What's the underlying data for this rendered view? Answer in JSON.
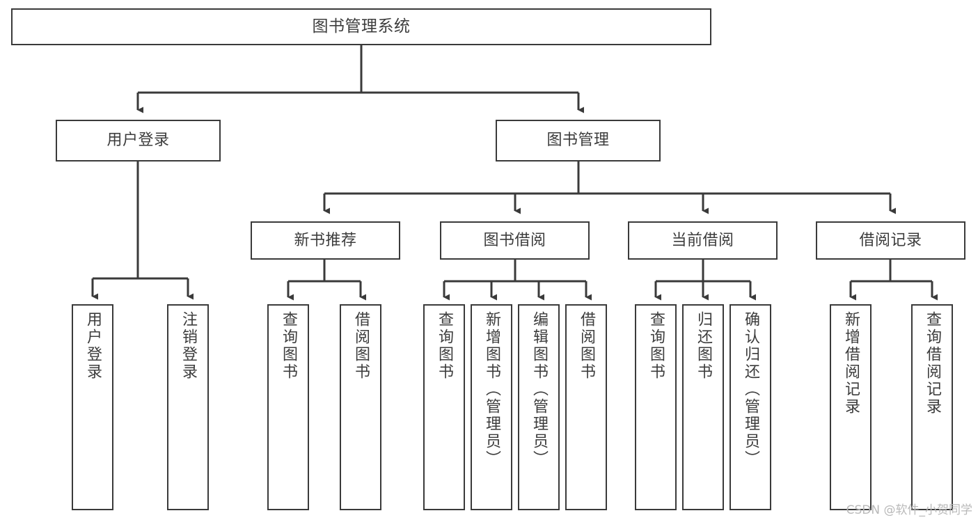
{
  "diagram": {
    "type": "tree",
    "title": "图书管理系统",
    "stroke_color": "#3a3a3a",
    "text_color": "#3c3c3c",
    "background": "#ffffff",
    "nodes": {
      "root": {
        "label": "图书管理系统"
      },
      "level1": [
        {
          "id": "user-login",
          "label": "用户登录"
        },
        {
          "id": "book-manage",
          "label": "图书管理"
        }
      ],
      "level2": [
        {
          "id": "new-book-recommend",
          "label": "新书推荐"
        },
        {
          "id": "book-borrow",
          "label": "图书借阅"
        },
        {
          "id": "current-borrow",
          "label": "当前借阅"
        },
        {
          "id": "borrow-record",
          "label": "借阅记录"
        }
      ],
      "leaves": [
        {
          "id": "leaf-user-login",
          "label": "用户登录",
          "parent": "user-login"
        },
        {
          "id": "leaf-logout",
          "label": "注销登录",
          "parent": "user-login"
        },
        {
          "id": "leaf-query-book-1",
          "label": "查询图书",
          "parent": "new-book-recommend"
        },
        {
          "id": "leaf-borrow-book-1",
          "label": "借阅图书",
          "parent": "new-book-recommend"
        },
        {
          "id": "leaf-query-book-2",
          "label": "查询图书",
          "parent": "book-borrow"
        },
        {
          "id": "leaf-add-book",
          "label": "新增图书（管理员）",
          "parent": "book-borrow"
        },
        {
          "id": "leaf-edit-book",
          "label": "编辑图书（管理员）",
          "parent": "book-borrow"
        },
        {
          "id": "leaf-borrow-book-2",
          "label": "借阅图书",
          "parent": "book-borrow"
        },
        {
          "id": "leaf-query-book-3",
          "label": "查询图书",
          "parent": "current-borrow"
        },
        {
          "id": "leaf-return-book",
          "label": "归还图书",
          "parent": "current-borrow"
        },
        {
          "id": "leaf-confirm-return",
          "label": "确认归还（管理员）",
          "parent": "current-borrow"
        },
        {
          "id": "leaf-add-record",
          "label": "新增借阅记录",
          "parent": "borrow-record"
        },
        {
          "id": "leaf-query-record",
          "label": "查询借阅记录",
          "parent": "borrow-record"
        }
      ]
    }
  },
  "watermark": {
    "text": "CSDN @软件_小贺同学"
  }
}
